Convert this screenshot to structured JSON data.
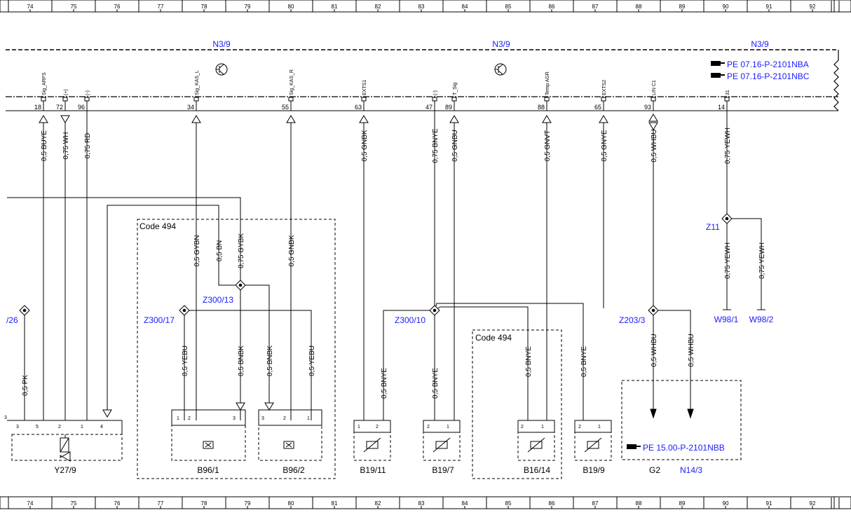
{
  "grid_columns": [
    "74",
    "75",
    "76",
    "77",
    "78",
    "79",
    "80",
    "81",
    "82",
    "83",
    "84",
    "85",
    "86",
    "87",
    "88",
    "89",
    "90",
    "91",
    "92"
  ],
  "module": {
    "name": "N3/9"
  },
  "references": [
    "PE 07.16-P-2101NBA",
    "PE 07.16-P-2101NBC",
    "PE 15.00-P-2101NBB"
  ],
  "connector_pins": [
    {
      "number": "18",
      "signal": "Sig_ARFS"
    },
    {
      "number": "72",
      "signal": "(+)"
    },
    {
      "number": "96",
      "signal": "(-)"
    },
    {
      "number": "34",
      "signal": "Sig_KAS_L"
    },
    {
      "number": "55",
      "signal": "Sig_KAS_R"
    },
    {
      "number": "63",
      "signal": "EXTS1"
    },
    {
      "number": "47",
      "signal": "(-)"
    },
    {
      "number": "89",
      "signal": "T_Sig"
    },
    {
      "number": "88",
      "signal": "Temp AGR"
    },
    {
      "number": "65",
      "signal": "EXTS2"
    },
    {
      "number": "93",
      "signal": "LIN C1"
    },
    {
      "number": "14",
      "signal": "31"
    }
  ],
  "wire_labels": {
    "w18": "0,5 BUYE",
    "w72": "0,75 WH",
    "w96": "0,75 RD",
    "w63": "0,5 GNBK",
    "w47": "0,75 BNYE",
    "w89": "0,5 GNBU",
    "w88": "0,5 GNVT",
    "w65": "0,5 GNYE",
    "w93": "0,5 WHBU",
    "w14": "0,75 YEWH",
    "z11a": "0,75 YEWH",
    "z11b": "0,75 YEWH",
    "gybn": "0,5 GYBN",
    "bn": "0,5 BN",
    "gybk": "0,75 GYBK",
    "gnbk2": "0,5 GNBK",
    "yebu1": "0,5 YEBU",
    "bnbk1": "0,5 BNBK",
    "bnbk2": "0,5 BNBK",
    "yebu2": "0,5 YEBU",
    "pk": "0,5 PK",
    "bnye1": "0,5 BNYE",
    "bnye2": "0,5 BNYE",
    "bnye3": "0,5 BNYE",
    "bnye4": "0,5 BNYE",
    "whbu1": "0,5 WHBU",
    "whbu2": "0,5 WHBU"
  },
  "splices": [
    "Z11",
    "Z300/13",
    "Z300/17",
    "Z300/10",
    "Z203/3",
    "/26"
  ],
  "code_label": "Code 494",
  "components": [
    "Y27/9",
    "B96/1",
    "B96/2",
    "B19/11",
    "B19/7",
    "B16/14",
    "B19/9",
    "G2",
    "N14/3"
  ],
  "ground_points": [
    "W98/1",
    "W98/2"
  ],
  "component_pins": {
    "y27": [
      "3",
      "5",
      "2",
      "1",
      "4"
    ],
    "b96_1": [
      "1",
      "2",
      "3"
    ],
    "b96_2": [
      "3",
      "2",
      "1"
    ],
    "two_pin": [
      "1",
      "2"
    ],
    "two_pin_rev": [
      "2",
      "1"
    ],
    "edge_pin": "3"
  }
}
